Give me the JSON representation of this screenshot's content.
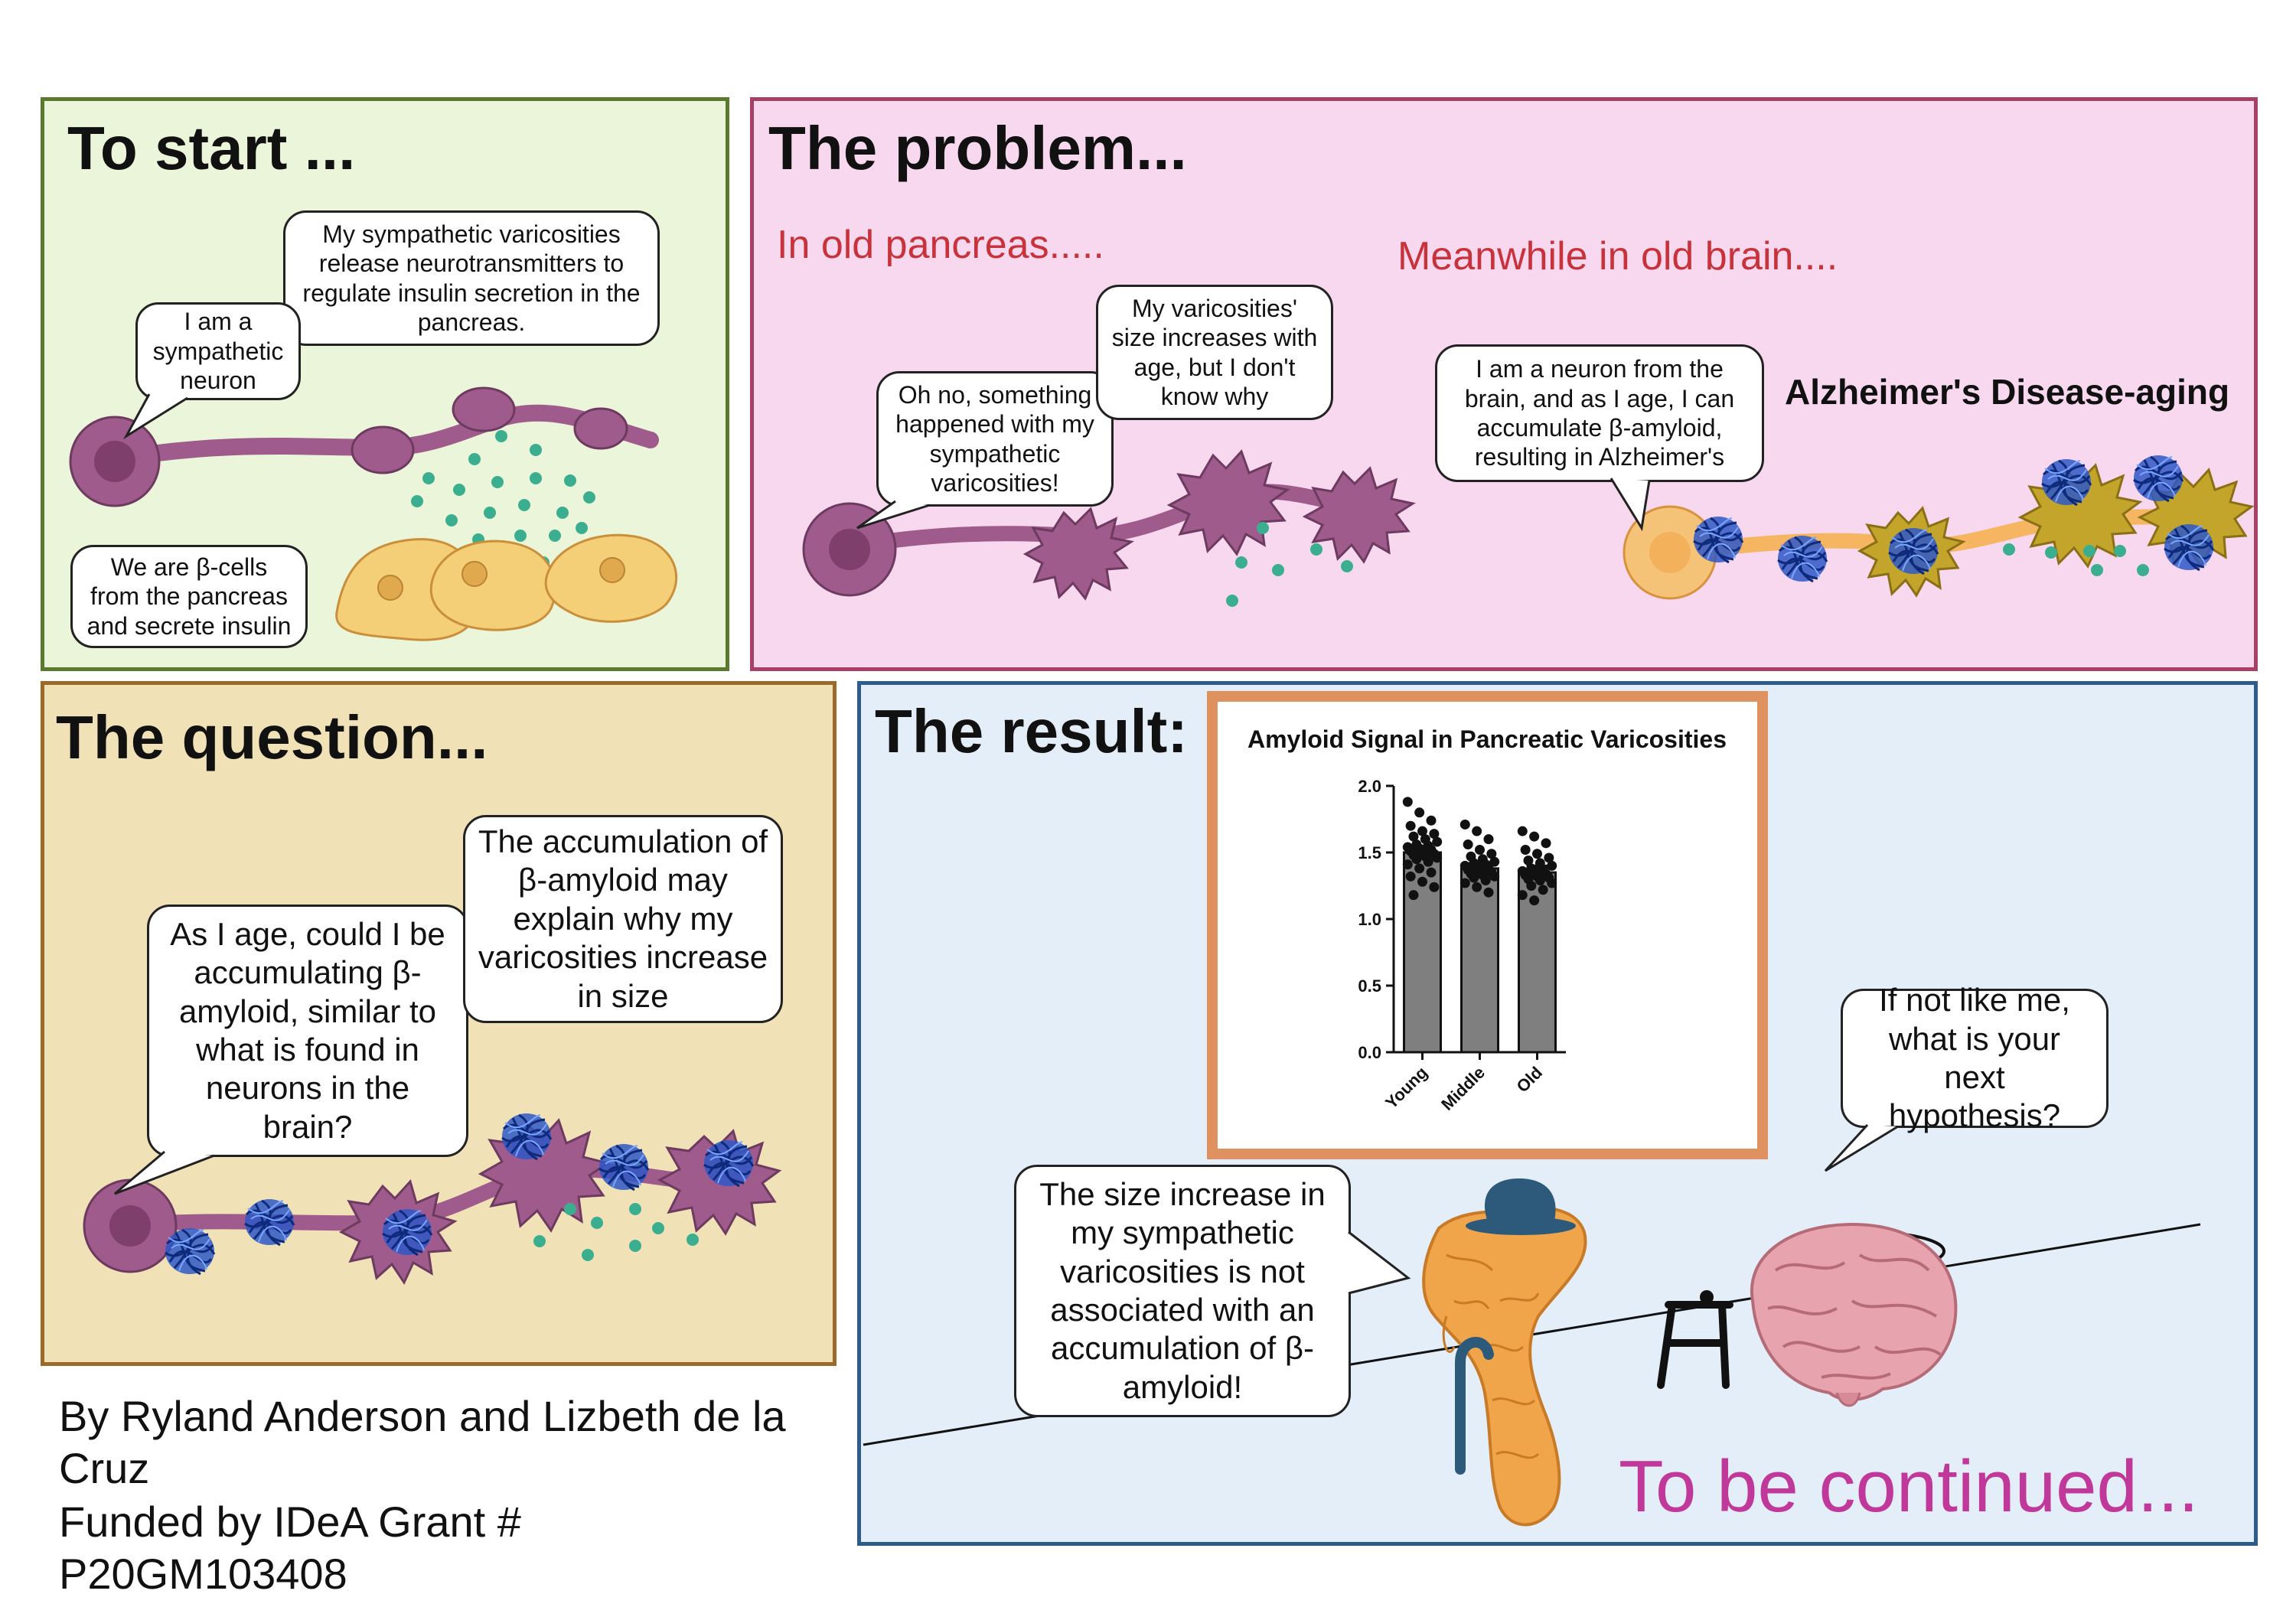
{
  "panels": {
    "start": {
      "title": "To start ...",
      "bubble_neuron": "I am a sympathetic neuron",
      "bubble_varicosities": "My sympathetic varicosities release neurotransmitters to regulate insulin secretion in the pancreas.",
      "bubble_beta": "We are β-cells from the pancreas and secrete insulin"
    },
    "problem": {
      "title": "The problem...",
      "pancreas_heading": "In old pancreas.....",
      "brain_heading": "Meanwhile in old brain....",
      "bubble_oh_no": "Oh no, something happened with my sympathetic varicosities!",
      "bubble_size": "My varicosities' size increases with age, but I don't know why",
      "bubble_brain_neuron": "I am a neuron from the brain, and as I age, I can accumulate β-amyloid, resulting in Alzheimer's",
      "ad_label": "Alzheimer's Disease-aging"
    },
    "question": {
      "title": "The question...",
      "bubble_ageing": "As I age, could I be accumulating β-amyloid, similar to what is found in neurons in the brain?",
      "bubble_explain": "The accumulation of β-amyloid may explain why my varicosities increase in size"
    },
    "result": {
      "title": "The result:",
      "bubble_conclusion": "The size increase in my sympathetic varicosities is not associated with an accumulation of β-amyloid!",
      "bubble_hypothesis": "If not like me, what is your next hypothesis?",
      "continued": "To be continued..."
    }
  },
  "credits": {
    "authors": "By Ryland Anderson and Lizbeth de la Cruz",
    "funding": "Funded by IDeA Grant # P20GM103408"
  },
  "colors": {
    "start_bg": "#ebf5d9",
    "start_border": "#5a7a2e",
    "problem_bg": "#f7d8ee",
    "problem_border": "#a83f64",
    "question_bg": "#f1e1b7",
    "question_border": "#9b6a2a",
    "result_bg": "#e3eef9",
    "result_border": "#2e5c8a",
    "chart_frame": "#e09160",
    "neuron_purple": "#9e5b8b",
    "amyloid_blue": "#2f58c7",
    "neurotransmitter": "#3cae90",
    "beta_cell": "#f5ce78",
    "continued_text": "#c0399a"
  },
  "chart_data": {
    "type": "bar",
    "title": "Amyloid Signal in Pancreatic Varicosities",
    "categories": [
      "Young",
      "Middle",
      "Old"
    ],
    "values": [
      1.5,
      1.38,
      1.35
    ],
    "errors": [
      0.05,
      0.04,
      0.05
    ],
    "points": [
      [
        1.88,
        1.8,
        1.74,
        1.7,
        1.66,
        1.64,
        1.62,
        1.6,
        1.58,
        1.56,
        1.55,
        1.54,
        1.53,
        1.52,
        1.51,
        1.5,
        1.49,
        1.48,
        1.47,
        1.46,
        1.45,
        1.43,
        1.41,
        1.38,
        1.35,
        1.32,
        1.28,
        1.24,
        1.18
      ],
      [
        1.71,
        1.66,
        1.6,
        1.56,
        1.52,
        1.49,
        1.47,
        1.45,
        1.43,
        1.42,
        1.41,
        1.4,
        1.39,
        1.38,
        1.37,
        1.36,
        1.35,
        1.34,
        1.33,
        1.32,
        1.31,
        1.29,
        1.27,
        1.24,
        1.2
      ],
      [
        1.66,
        1.62,
        1.57,
        1.52,
        1.49,
        1.46,
        1.44,
        1.42,
        1.4,
        1.38,
        1.37,
        1.36,
        1.35,
        1.34,
        1.33,
        1.32,
        1.31,
        1.3,
        1.29,
        1.27,
        1.25,
        1.22,
        1.18,
        1.14
      ]
    ],
    "yticks": [
      "0.0",
      "0.5",
      "1.0",
      "1.5",
      "2.0"
    ],
    "ylim": [
      0,
      2.0
    ],
    "grid": false
  }
}
